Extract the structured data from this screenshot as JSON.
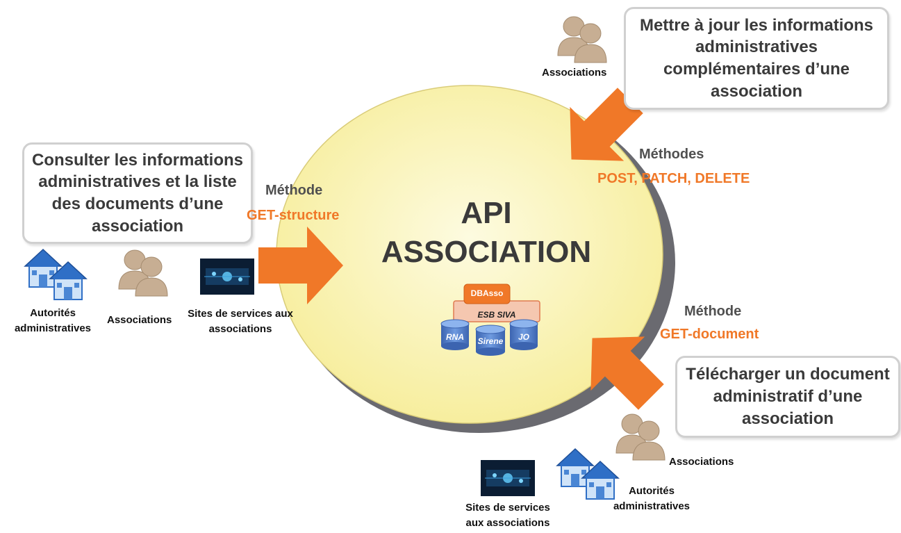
{
  "center": {
    "title_line1": "API",
    "title_line2": "ASSOCIATION",
    "stack": {
      "top": "DBAsso",
      "middle": "ESB SIVA",
      "bases": [
        "RNA",
        "Sirene",
        "JO"
      ]
    }
  },
  "boxes": {
    "consult": "Consulter les informations administratives et la liste des documents d’une association",
    "update": "Mettre à jour les informations administratives complémentaires d’une association",
    "download": "Télécharger un document administratif d’une association"
  },
  "methods": {
    "left": {
      "label": "Méthode",
      "value": "GET-structure"
    },
    "top_right": {
      "label": "Méthodes",
      "value": "POST, PATCH, DELETE"
    },
    "bottom_right": {
      "label": "Méthode",
      "value": "GET-document"
    }
  },
  "actors": {
    "left_authorities": "Autorités administratives",
    "left_associations": "Associations",
    "left_sites": "Sites de services aux associations",
    "top_associations": "Associations",
    "bottom_associations": "Associations",
    "bottom_authorities": "Autorités administratives",
    "bottom_sites": "Sites de services aux associations"
  },
  "colors": {
    "circle": "#fbf5b4",
    "arrow": "#f07828",
    "db_blue": "#4a78c8",
    "accent_orange": "#f07828"
  }
}
